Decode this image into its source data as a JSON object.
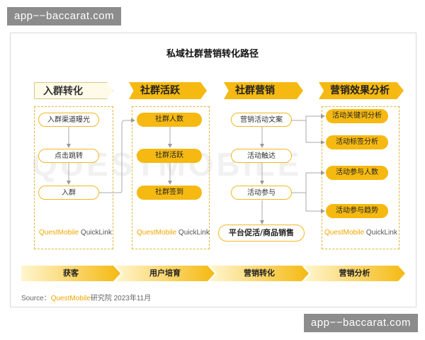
{
  "watermark": "app−−baccarat.com",
  "background_watermark": "QUESTMOBILE",
  "title": "私域社群营销转化路径",
  "stages": [
    {
      "label": "入群转化"
    },
    {
      "label": "社群活跃"
    },
    {
      "label": "社群营销"
    },
    {
      "label": "营销效果分析"
    }
  ],
  "col1": {
    "items": [
      "入群渠道曝光",
      "点击跳转",
      "入群"
    ]
  },
  "col2": {
    "items": [
      "社群人数",
      "社群活跃",
      "社群签到"
    ]
  },
  "col3": {
    "items": [
      "营销活动文案",
      "活动触达",
      "活动参与"
    ],
    "bottom": "平台促活/商品销售"
  },
  "col4": {
    "items": [
      "活动关键词分析",
      "活动标签分析",
      "活动参与人数",
      "活动参与趋势"
    ]
  },
  "brand": {
    "quest": "QuestMobile",
    "quicklink": "QuickLink"
  },
  "bottom_band": [
    "获客",
    "用户培育",
    "营销转化",
    "营销分析"
  ],
  "source": {
    "prefix": "Source：",
    "brand": "QuestMobile",
    "suffix": "研究院 2023年11月"
  },
  "colors": {
    "accent": "#f5b912",
    "outline": "#f2b820",
    "brand": "#f0a500"
  }
}
